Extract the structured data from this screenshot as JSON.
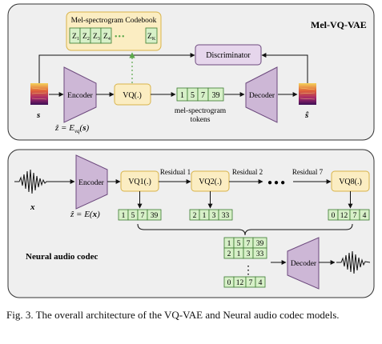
{
  "top": {
    "title": "Mel-VQ-VAE",
    "codebook_label": "Mel-spectrogram Codebook",
    "codebook_entries": [
      "Z",
      "Z",
      "Z",
      "Z"
    ],
    "codebook_subs": [
      "1",
      "2",
      "3",
      "4"
    ],
    "codebook_ellipsis": "•••",
    "codebook_last": "Z",
    "codebook_last_sub": "K",
    "encoder": "Encoder",
    "vq": "VQ(.)",
    "decoder": "Decoder",
    "discriminator": "Discriminator",
    "tokens": [
      "1",
      "5",
      "7",
      "39"
    ],
    "tokens_label_line1": "mel-spectrogram",
    "tokens_label_line2": "tokens",
    "input_label": "s",
    "output_label": "ŝ",
    "equation": "ẑ = E_vq(s)"
  },
  "bottom": {
    "title": "Neural audio codec",
    "encoder": "Encoder",
    "decoder": "Decoder",
    "vq_blocks": [
      "VQ1(.)",
      "VQ2(.)",
      "VQ8(.)"
    ],
    "residual_labels": [
      "Residual 1",
      "Residual 2",
      "Residual 7"
    ],
    "dots": "●●●",
    "input_label": "x",
    "equation": "ẑ = E(x)",
    "token_rows": [
      [
        "1",
        "5",
        "7",
        "39"
      ],
      [
        "2",
        "1",
        "3",
        "33"
      ],
      [
        "0",
        "12",
        "7",
        "4"
      ]
    ],
    "stack_dots": "⋮"
  },
  "caption": "Fig. 3.   The overall architecture of the VQ-VAE and Neural audio codec models."
}
